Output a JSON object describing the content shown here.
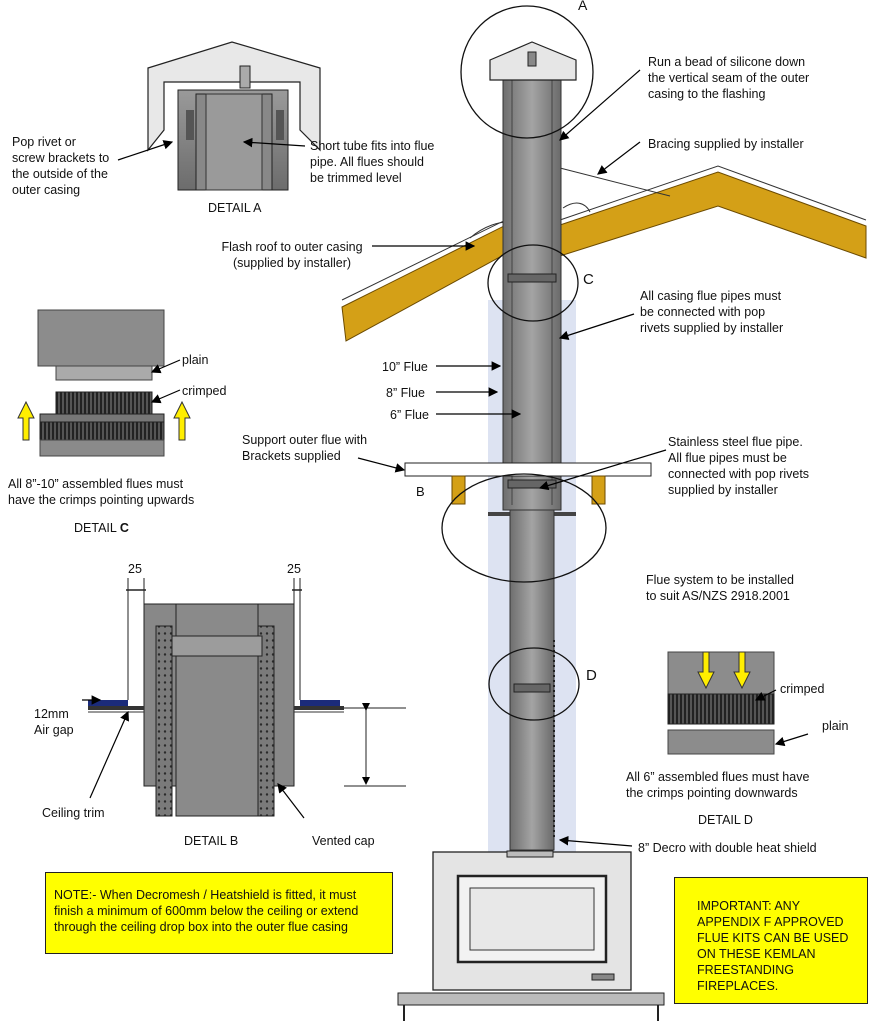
{
  "point_label_a": "A",
  "point_label_b": "B",
  "point_label_c": "C",
  "point_label_d": "D",
  "labels": {
    "silicone_bead": "Run a bead of silicone down\nthe vertical seam of the outer\ncasing to the flashing",
    "bracing": "Bracing supplied by installer",
    "pop_rivet": "Pop rivet or\nscrew brackets to\nthe outside of the\nouter casing",
    "short_tube": "Short tube fits into flue\npipe. All flues should\nbe trimmed level",
    "detail_a": "DETAIL A",
    "flash_roof": "Flash roof to outer casing\n(supplied by installer)",
    "casing_pipes": "All casing flue pipes must\nbe connected with pop\nrivets supplied by installer",
    "plain_c": "plain",
    "crimped_c": "crimped",
    "flue_10": "10” Flue",
    "flue_8": "8” Flue",
    "flue_6": "6” Flue",
    "crimps_up": "All 8”-10” assembled flues must\nhave the crimps pointing upwards",
    "detail_c": "DETAIL ",
    "detail_c_letter": "C",
    "support_outer": "Support outer flue with\nBrackets supplied",
    "stainless": "Stainless steel flue pipe.\nAll flue pipes must be\nconnected with pop rivets\nsupplied by installer",
    "dim_left": "25",
    "dim_right": "25",
    "standard": "Flue system to be installed\nto suit AS/NZS 2918.2001",
    "air_gap": "12mm\nAir gap",
    "crimped_d": "crimped",
    "plain_d": "plain",
    "crimps_down": "All 6” assembled flues must have\nthe crimps pointing downwards",
    "ceiling_trim": "Ceiling trim",
    "detail_d": "DETAIL D",
    "detail_b": "DETAIL B",
    "vented_cap": "Vented cap",
    "decro": "8” Decro with double heat shield"
  },
  "notes": {
    "decromesh": "NOTE:- When Decromesh / Heatshield is fitted, it must\nfinish a minimum of 600mm below the ceiling or extend\nthrough the ceiling drop box into the outer flue casing",
    "important": "IMPORTANT: ANY\nAPPENDIX F APPROVED\nFLUE KITS CAN BE USED\n ON THESE KEMLAN\nFREESTANDING\nFIREPLACES."
  },
  "colors": {
    "roof": "#d4a017",
    "note_bg": "#ffff00",
    "arrow_yellow": "#ffee00",
    "flue_grey": "#8e8e8e",
    "casing_blue": "#dde3f2"
  }
}
